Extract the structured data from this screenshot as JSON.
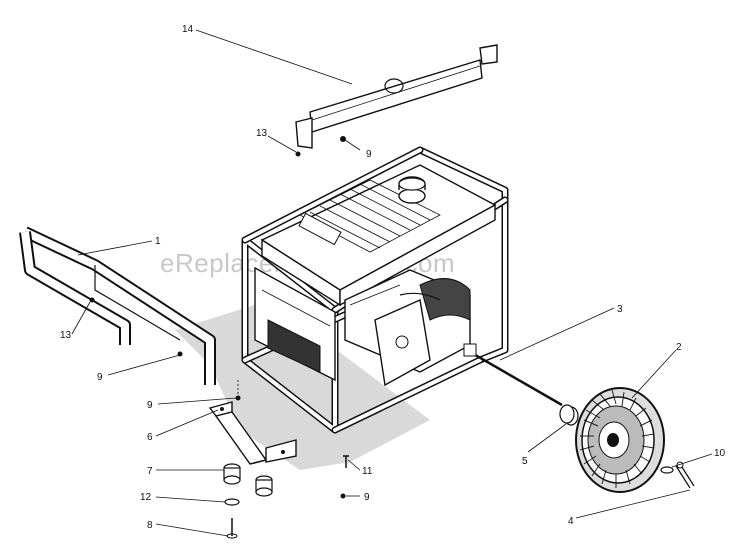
{
  "watermark": "eReplacementParts.com",
  "callouts": {
    "c1": "1",
    "c2": "2",
    "c3": "3",
    "c4": "4",
    "c5": "5",
    "c6": "6",
    "c7": "7",
    "c8": "8",
    "c9a": "9",
    "c9b": "9",
    "c9c": "9",
    "c9d": "9",
    "c10": "10",
    "c11": "11",
    "c12": "12",
    "c13a": "13",
    "c13b": "13",
    "c14": "14"
  }
}
